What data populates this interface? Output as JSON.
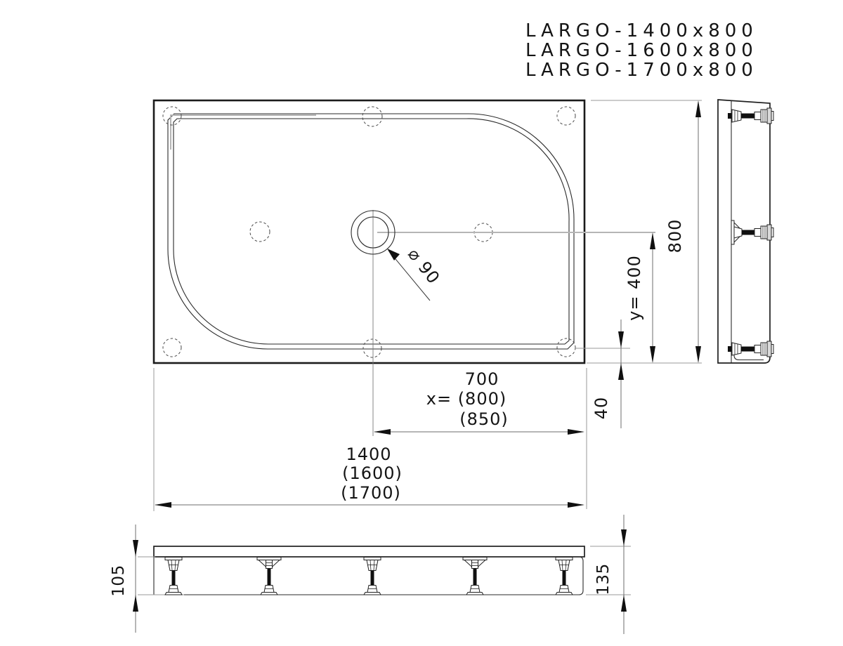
{
  "drawing": {
    "title_block": {
      "models": [
        "LARGO-1400x800",
        "LARGO-1600x800",
        "LARGO-1700x800"
      ]
    },
    "labels": {
      "drain_diameter": "⌀ 90",
      "x_primary": "700",
      "x_alt1": "x= (800)",
      "x_alt2": "(850)",
      "width_primary": "1400",
      "width_alt1": "(1600)",
      "width_alt2": "(1700)",
      "depth": "800",
      "y_offset": "y= 400",
      "rim_to_edge": "40",
      "leg_height": "105",
      "total_height": "135"
    },
    "colors": {
      "background": "#ffffff",
      "outline": "#1b1b1b",
      "dimension_line": "#6e6e6e",
      "extension_line": "#9a9a9a",
      "construction_line": "#b5b5b5",
      "text": "#141414"
    }
  }
}
